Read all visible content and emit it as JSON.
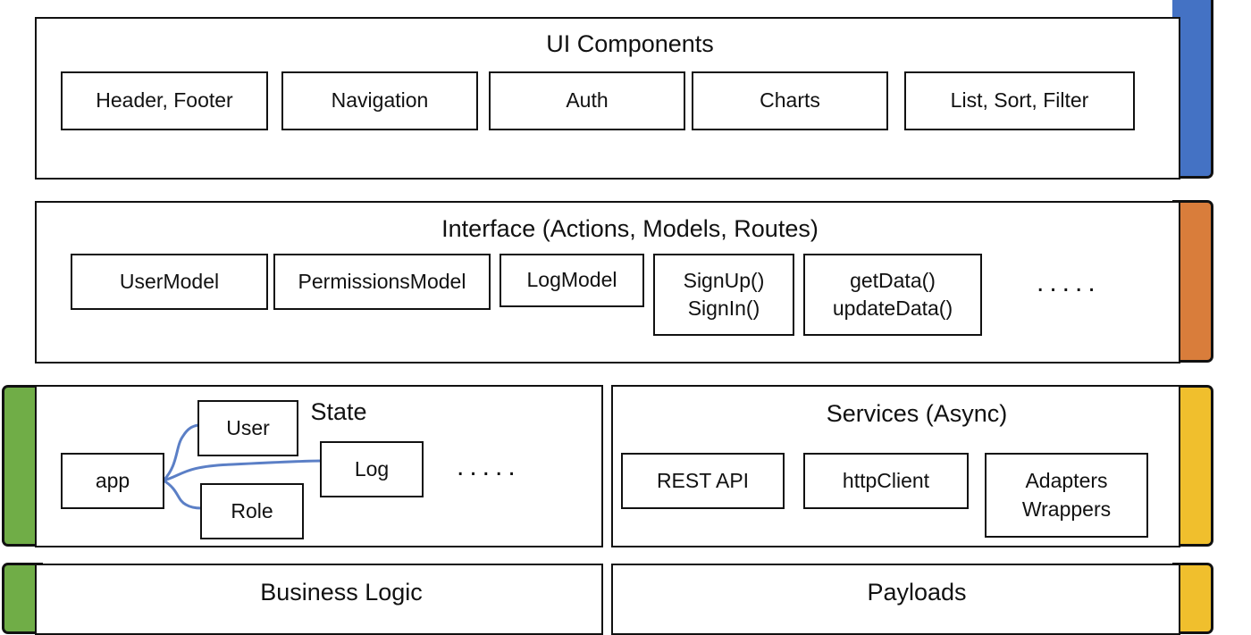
{
  "colors": {
    "ui_accent": "#4472c4",
    "interface_accent": "#d97d3b",
    "state_accent": "#70ad47",
    "services_accent": "#f0bf2d",
    "connector": "#5b7fc6"
  },
  "layers": {
    "ui": {
      "title": "UI Components",
      "boxes": [
        "Header, Footer",
        "Navigation",
        "Auth",
        "Charts",
        "List, Sort, Filter"
      ]
    },
    "interface": {
      "title": "Interface (Actions, Models, Routes)",
      "boxes": [
        {
          "lines": [
            "UserModel"
          ]
        },
        {
          "lines": [
            "PermissionsModel"
          ]
        },
        {
          "lines": [
            "LogModel"
          ]
        },
        {
          "lines": [
            "SignUp()",
            "SignIn()"
          ]
        },
        {
          "lines": [
            "getData()",
            "updateData()"
          ]
        }
      ],
      "more": "....."
    },
    "state": {
      "title": "State",
      "root": "app",
      "children": [
        "User",
        "Log",
        "Role"
      ],
      "more": "....."
    },
    "services": {
      "title": "Services (Async)",
      "boxes": [
        {
          "lines": [
            "REST API"
          ]
        },
        {
          "lines": [
            "httpClient"
          ]
        },
        {
          "lines": [
            "Adapters",
            "Wrappers"
          ]
        }
      ]
    },
    "business_logic": {
      "title": "Business Logic"
    },
    "payloads": {
      "title": "Payloads"
    }
  }
}
